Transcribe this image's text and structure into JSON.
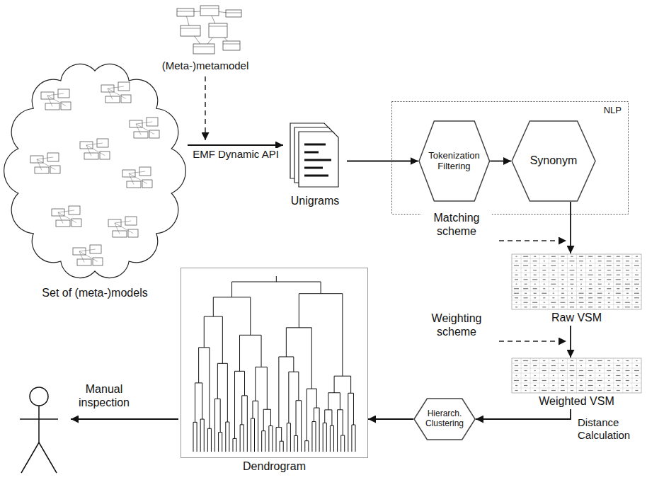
{
  "diagram": {
    "nodes": [
      {
        "text": [
          "Set of (meta-)models"
        ]
      },
      {
        "text": [
          "(Meta-)metamodel"
        ]
      },
      {
        "text": [
          "Unigrams"
        ]
      },
      {
        "text": [
          "NLP"
        ]
      },
      {
        "text": [
          "Tokenization Filtering"
        ],
        "in": 3
      },
      {
        "text": [
          "Synonym"
        ],
        "in": 3
      },
      {
        "text": [
          "Raw VSM"
        ]
      },
      {
        "text": [
          "Weighted VSM"
        ]
      },
      {
        "text": [
          "Hierarch. Clustering"
        ]
      },
      {
        "text": [
          "Dendrogram"
        ]
      }
    ],
    "edges": [
      {
        "from": 0,
        "to": 2,
        "arrow": "to",
        "label": "EMF Dynamic API"
      },
      {
        "from": 2,
        "to": 4,
        "arrow": "to"
      },
      {
        "from": 4,
        "to": 5,
        "arrow": "to"
      },
      {
        "from": 5,
        "to": 6,
        "arrow": "to"
      },
      {
        "from": 6,
        "to": 7,
        "arrow": "to"
      },
      {
        "from": 7,
        "to": 8,
        "arrow": "to",
        "label": "Distance Calculation"
      },
      {
        "from": 8,
        "to": 9,
        "arrow": "to"
      }
    ],
    "labels": [
      "Matching scheme",
      "Weighting scheme",
      "Manual inspection"
    ]
  }
}
